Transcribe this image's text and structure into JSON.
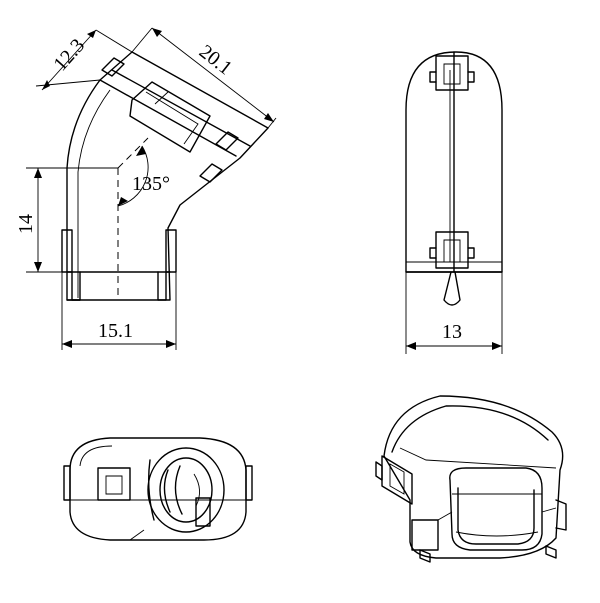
{
  "dimensions": {
    "d_12_3": "12.3",
    "d_20_1": "20.1",
    "d_135": "135°",
    "d_14": "14",
    "d_15_1": "15.1",
    "d_13": "13"
  },
  "colors": {
    "line": "#000000",
    "background": "#ffffff"
  }
}
